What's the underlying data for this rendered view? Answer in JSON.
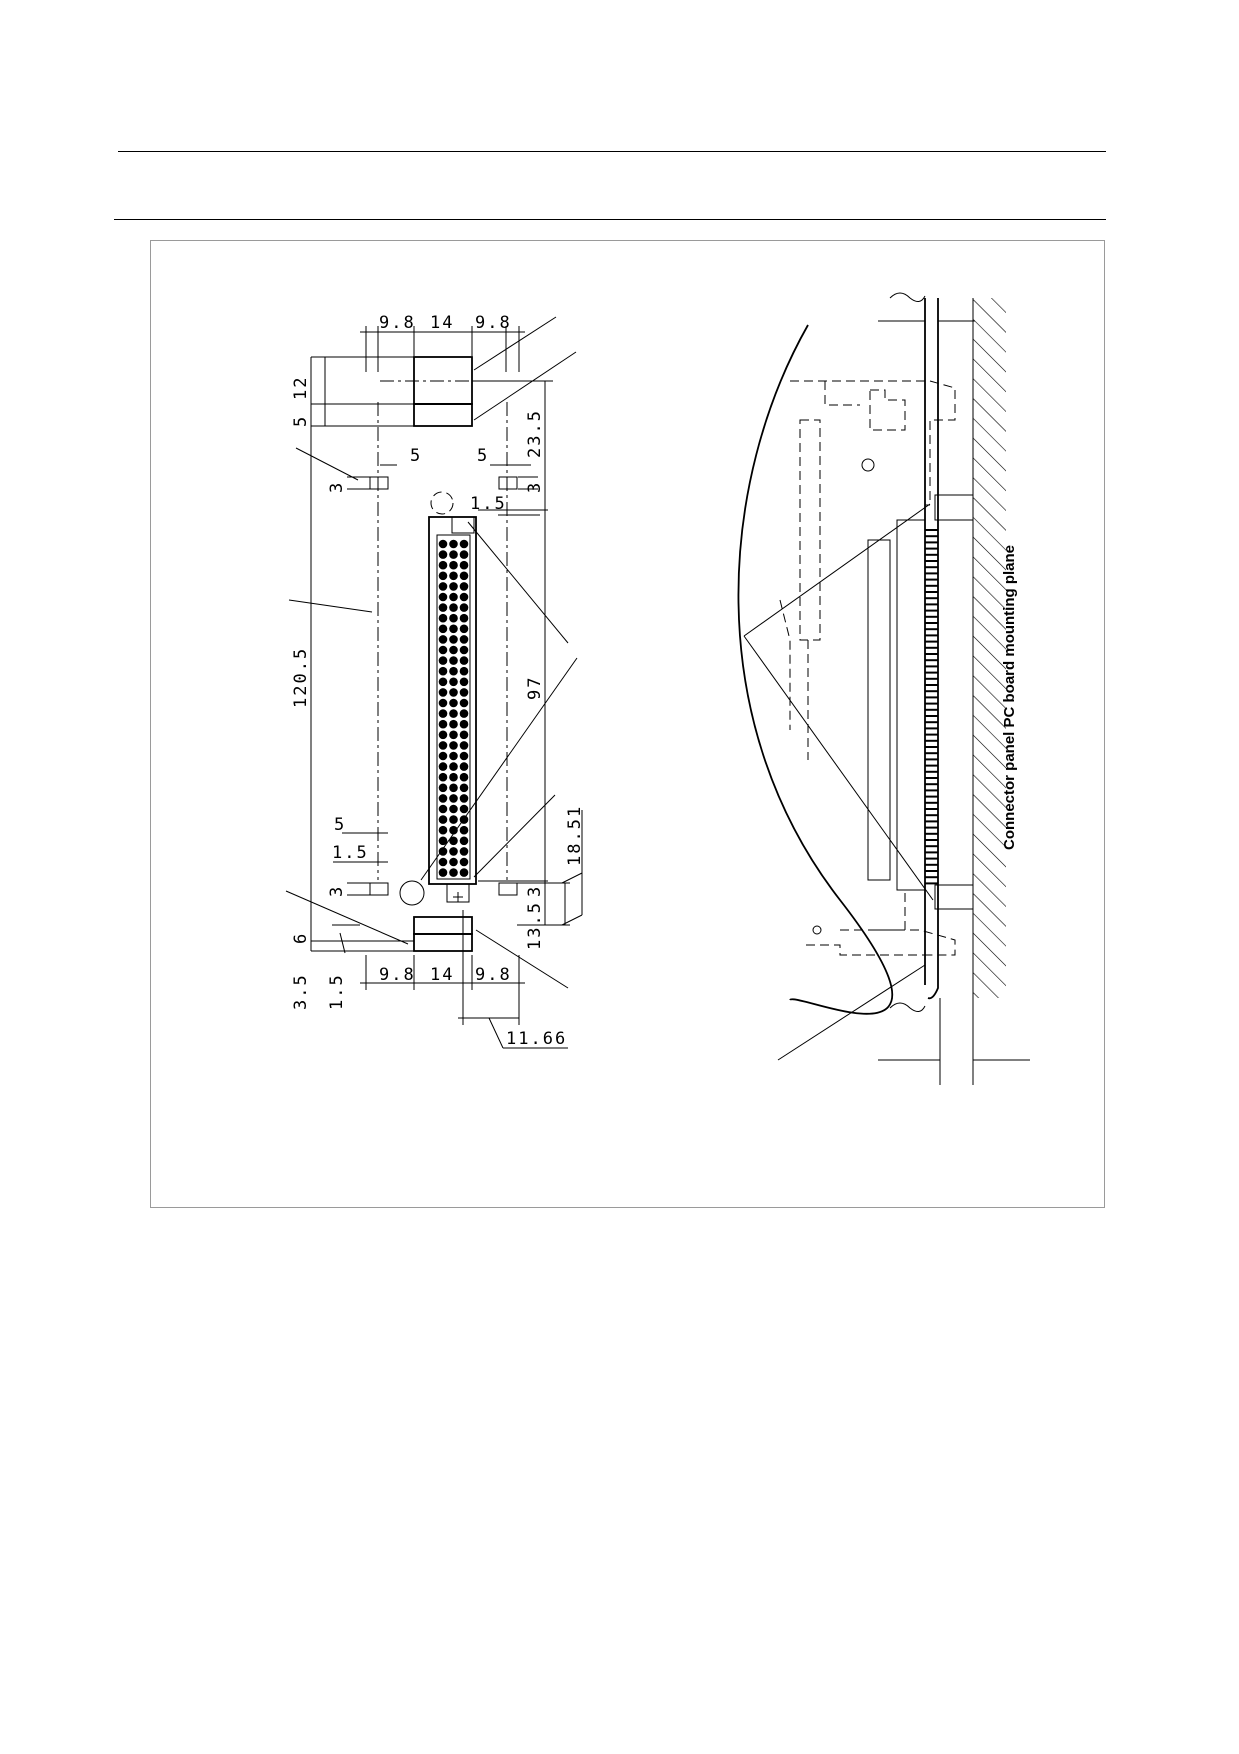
{
  "dimensions": {
    "top_w_left": "9.8",
    "top_w_mid": "14",
    "top_w_right": "9.8",
    "top_h_12": "12",
    "top_h_5": "5",
    "right_h_23_5": "23.5",
    "tab_w_left": "5",
    "tab_w_right": "5",
    "tab_h_left": "3",
    "tab_h_right": "3",
    "pin_offset_1_5": "1.5",
    "total_h": "120.5",
    "inner_h": "97",
    "low_w_5": "5",
    "low_1_5": "1.5",
    "low_tab_h": "3",
    "low_h_6": "6",
    "low_h_3_5": "3.5",
    "low_h_1_5": "1.5",
    "bot_w_left": "9.8",
    "bot_w_mid": "14",
    "bot_w_right": "9.8",
    "low_right_13_5": "13.5",
    "low_right_3": "3",
    "right_18_51": "18.51",
    "bottom_11_66": "11.66"
  },
  "labels": {
    "mounting_plane": "Connector panel PC board mounting plane"
  }
}
